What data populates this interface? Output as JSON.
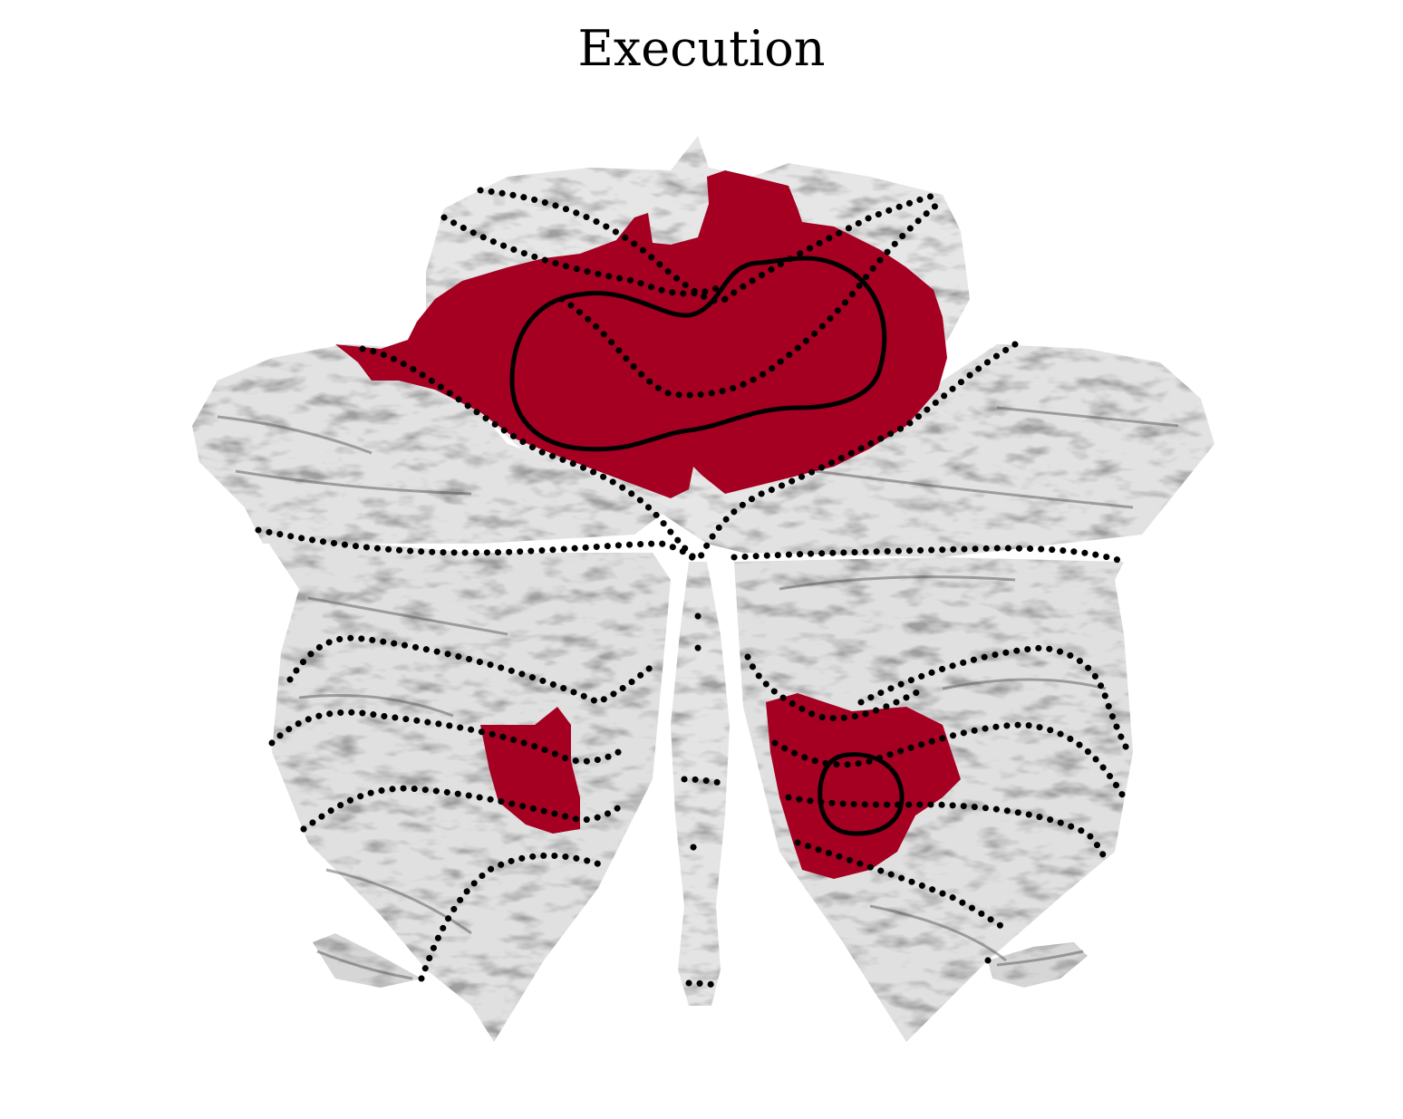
{
  "title": "Execution",
  "colors": {
    "activation": "#a50021",
    "surface_light": "#e6e6e6",
    "surface_mid": "#c4c4c4",
    "surface_dark": "#3a3a3a",
    "boundary": "#000000",
    "background": "#ffffff"
  },
  "regions": [
    {
      "id": "superior-activation-cluster"
    },
    {
      "id": "left-inferior-activation-cluster"
    },
    {
      "id": "right-inferior-activation-cluster"
    }
  ]
}
